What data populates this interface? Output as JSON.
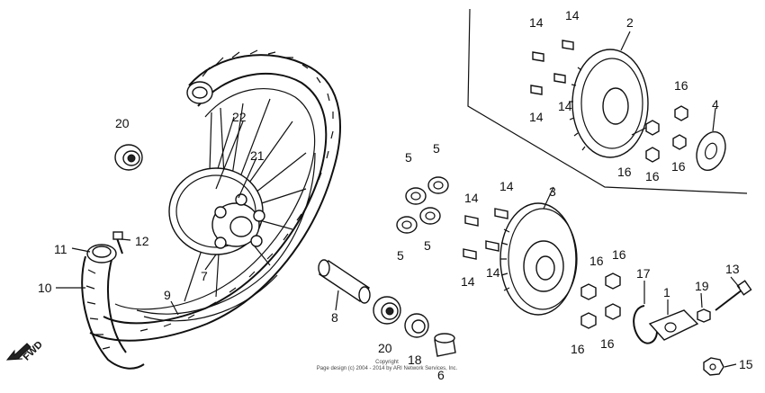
{
  "callouts": {
    "c1": "1",
    "c2": "2",
    "c3": "3",
    "c4": "4",
    "c5a": "5",
    "c5b": "5",
    "c5c": "5",
    "c5d": "5",
    "c6": "6",
    "c7": "7",
    "c8": "8",
    "c9": "9",
    "c10": "10",
    "c11": "11",
    "c12": "12",
    "c13": "13",
    "c14a": "14",
    "c14b": "14",
    "c14c": "14",
    "c14d": "14",
    "c14e": "14",
    "c14f": "14",
    "c14g": "14",
    "c14h": "14",
    "c15": "15",
    "c16a": "16",
    "c16b": "16",
    "c16c": "16",
    "c16d": "16",
    "c16e": "16",
    "c16f": "16",
    "c16g": "16",
    "c17": "17",
    "c18": "18",
    "c19": "19",
    "c20a": "20",
    "c20b": "20",
    "c21": "21",
    "c22": "22"
  },
  "fwd_label": "FWD",
  "copyright_line1": "Copyright",
  "copyright_line2": "Page design (c) 2004 - 2014 by ARI Network Services, Inc."
}
